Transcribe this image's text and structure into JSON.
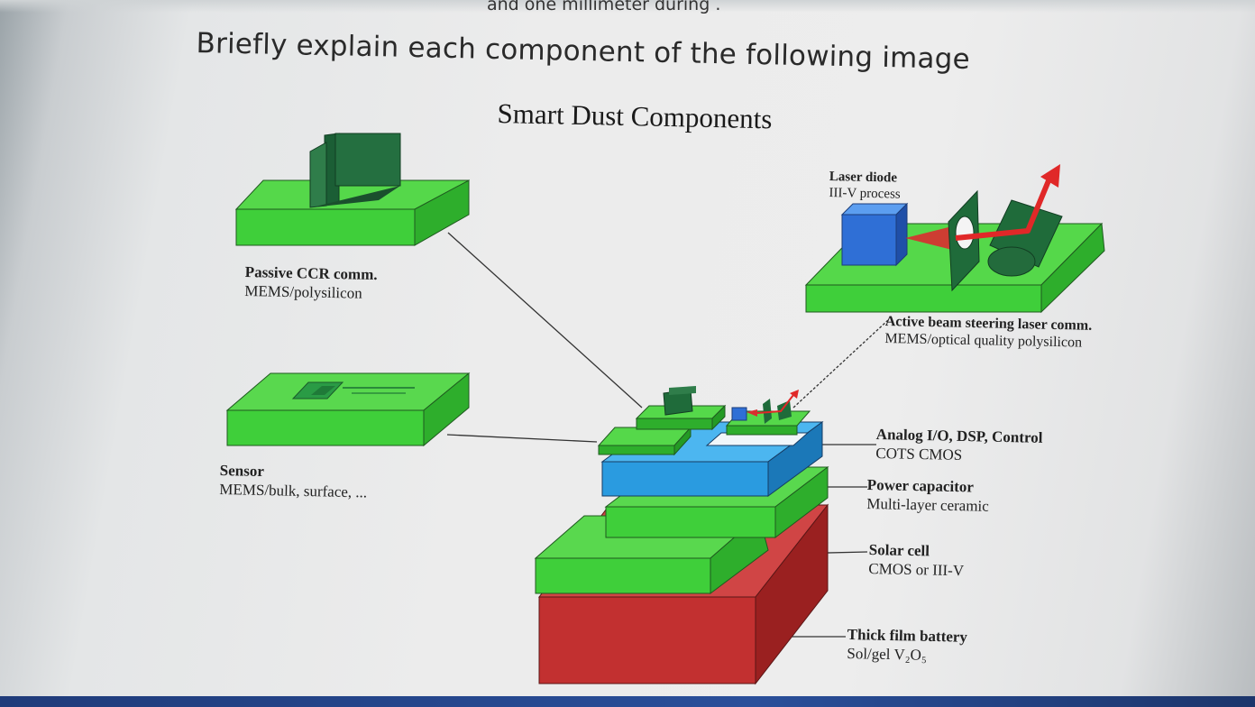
{
  "screen": {
    "cut_off_text": "and one millimeter during .",
    "question": "Briefly explain each component of the following image"
  },
  "diagram": {
    "title": "Smart Dust Components",
    "labels": {
      "passive_ccr": {
        "line1": "Passive CCR comm.",
        "line2": "MEMS/polysilicon"
      },
      "sensor": {
        "line1": "Sensor",
        "line2": "MEMS/bulk, surface, ..."
      },
      "laser_diode": {
        "line1": "Laser diode",
        "line2": "III-V process"
      },
      "beam_steering": {
        "line1": "Active beam steering laser comm.",
        "line2": "MEMS/optical quality polysilicon"
      },
      "analog_io": {
        "line1": "Analog I/O, DSP, Control",
        "line2": "COTS CMOS"
      },
      "power_capacitor": {
        "line1": "Power capacitor",
        "line2": "Multi-layer ceramic"
      },
      "solar_cell": {
        "line1": "Solar cell",
        "line2": "CMOS or III-V"
      },
      "battery": {
        "line1": "Thick film battery",
        "line2": "Sol/gel V₂O₅"
      }
    }
  },
  "colors": {
    "layer_green": "#3fcf3a",
    "layer_green_dark": "#26a826",
    "cmos_blue": "#2a9be0",
    "battery_red": "#c23030",
    "laser_blue": "#2f6fd6",
    "beam_red": "#e02828",
    "ccr_dark_green": "#1f6b3a"
  }
}
